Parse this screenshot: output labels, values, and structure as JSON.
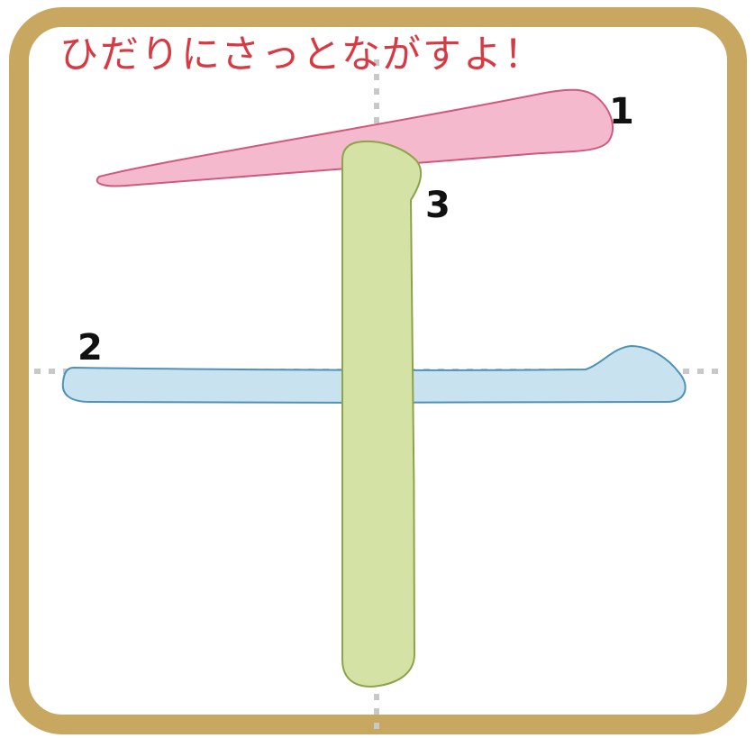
{
  "instruction": "ひだりにさっとながすよ！",
  "strokes": [
    {
      "order": "1",
      "color": "#f4b9cd",
      "outline": "#d05a7e"
    },
    {
      "order": "2",
      "color": "#c8e3ef",
      "outline": "#4f92b8"
    },
    {
      "order": "3",
      "color": "#d4e3a5",
      "outline": "#8ba449"
    }
  ],
  "colors": {
    "frame": "#c8a861",
    "guide": "#c8c8c8",
    "instruction": "#d83a44"
  }
}
